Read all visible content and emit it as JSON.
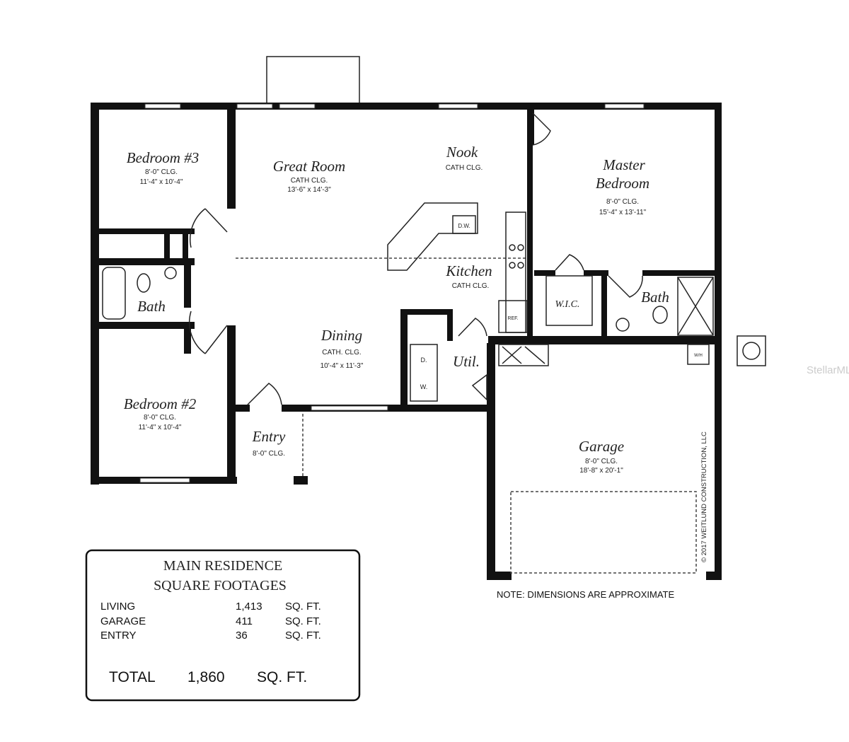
{
  "rooms": {
    "bedroom3": {
      "name": "Bedroom #3",
      "ceiling": "8'-0\" CLG.",
      "size": "11'-4\" x 10'-4\""
    },
    "great_room": {
      "name": "Great Room",
      "ceiling": "CATH CLG.",
      "size": "13'-6\" x 14'-3\""
    },
    "nook": {
      "name": "Nook",
      "ceiling": "CATH CLG."
    },
    "master": {
      "name1": "Master",
      "name2": "Bedroom",
      "ceiling": "8'-0\" CLG.",
      "size": "15'-4\" x 13'-11\""
    },
    "kitchen": {
      "name": "Kitchen",
      "ceiling": "CATH CLG."
    },
    "bath1": {
      "name": "Bath"
    },
    "bath2": {
      "name": "Bath"
    },
    "wic": {
      "name": "W.I.C."
    },
    "dining": {
      "name": "Dining",
      "ceiling": "CATH. CLG.",
      "size": "10'-4\" x 11'-3\""
    },
    "util": {
      "name": "Util."
    },
    "bedroom2": {
      "name": "Bedroom #2",
      "ceiling": "8'-0\" CLG.",
      "size": "11'-4\" x 10'-4\""
    },
    "entry": {
      "name": "Entry",
      "ceiling": "8'-0\" CLG."
    },
    "garage": {
      "name": "Garage",
      "ceiling": "8'-0\" CLG.",
      "size": "18'-8\" x 20'-1\""
    }
  },
  "fixtures": {
    "dw": "D.W.",
    "dryer": "D.",
    "washer": "W.",
    "ref": "REF.",
    "wh": "W/H"
  },
  "copyright": "© 2017 WEITLUND CONSTRUCTION, LLC",
  "note": "NOTE: DIMENSIONS ARE APPROXIMATE",
  "watermark": "StellarMLS",
  "table": {
    "title1": "MAIN RESIDENCE",
    "title2": "SQUARE FOOTAGES",
    "rows": [
      {
        "label": "LIVING",
        "value": "1,413",
        "unit": "SQ. FT."
      },
      {
        "label": "GARAGE",
        "value": "411",
        "unit": "SQ. FT."
      },
      {
        "label": "ENTRY",
        "value": "36",
        "unit": "SQ. FT."
      }
    ],
    "total_label": "TOTAL",
    "total_value": "1,860",
    "total_unit": "SQ. FT."
  }
}
